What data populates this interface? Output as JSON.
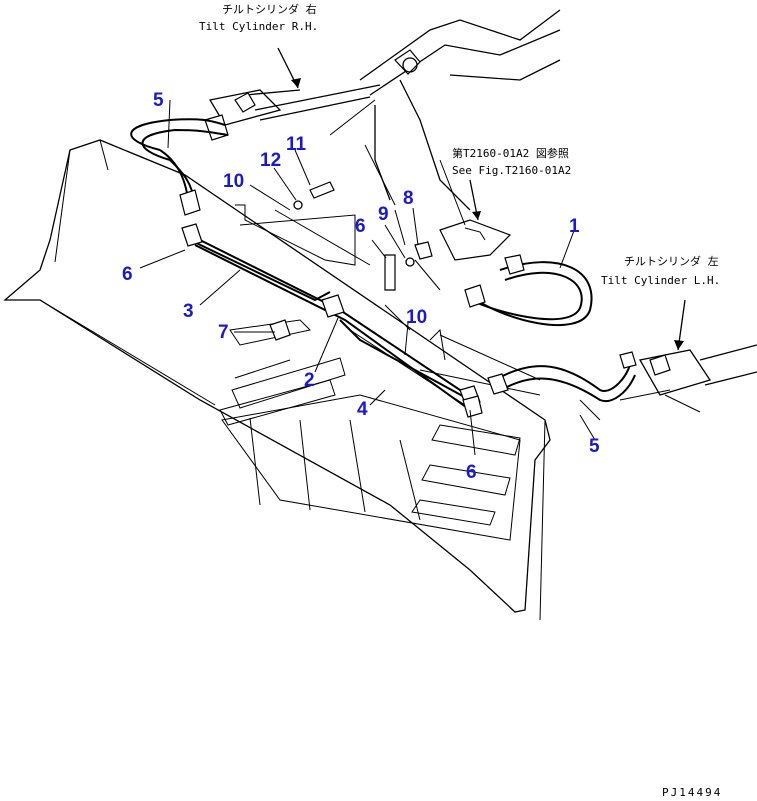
{
  "labels": {
    "rh_jp": "チルトシリンダ 右",
    "rh_en": "Tilt Cylinder R.H.",
    "lh_jp": "チルトシリンダ 左",
    "lh_en": "Tilt Cylinder L.H.",
    "ref_jp": "第T2160-01A2 図参照",
    "ref_en": "See Fig.T2160-01A2",
    "code": "PJ14494"
  },
  "callouts": [
    "5",
    "11",
    "12",
    "10",
    "9",
    "8",
    "1",
    "6",
    "6",
    "3",
    "7",
    "10",
    "2",
    "4",
    "6",
    "5"
  ],
  "colors": {
    "callout": "#1a1acc",
    "line": "#000000",
    "background": "#ffffff"
  }
}
